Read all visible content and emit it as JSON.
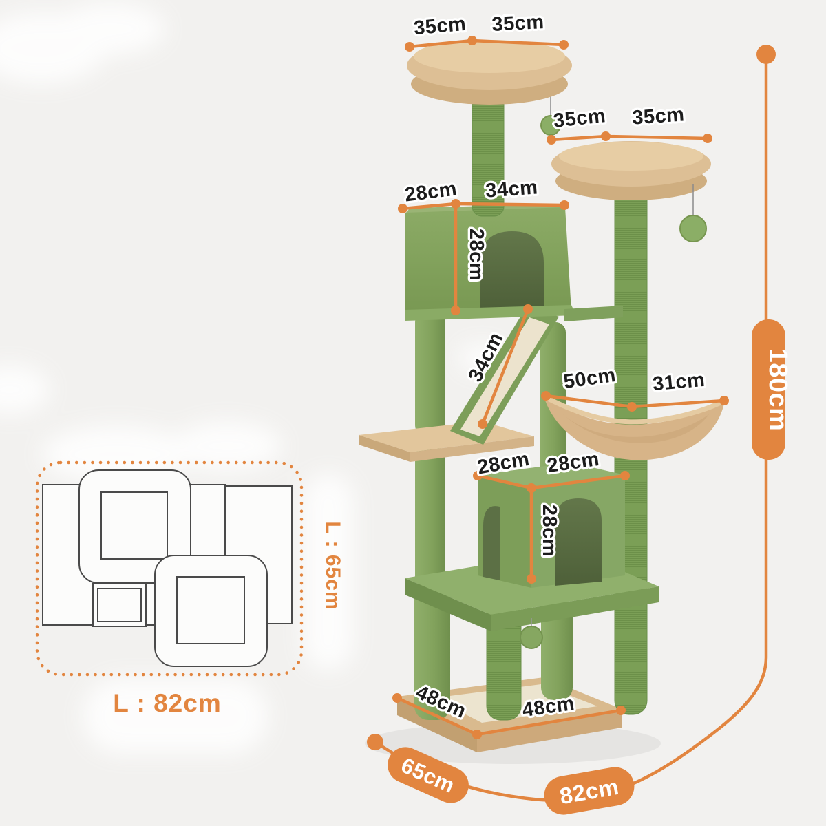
{
  "colors": {
    "accent_orange": "#e2853f",
    "tree_green": "#84a45e",
    "plush_beige": "#ddbf95",
    "label_ink": "#1c1c1c",
    "background": "#f2f1ef"
  },
  "dimensions": {
    "top_perch": {
      "d1": "35cm",
      "d2": "35cm"
    },
    "middle_perch": {
      "d1": "35cm",
      "d2": "35cm"
    },
    "upper_condo": {
      "depth": "28cm",
      "width": "34cm",
      "height": "28cm"
    },
    "ramp": {
      "length": "34cm"
    },
    "hammock": {
      "width": "50cm",
      "depth": "31cm"
    },
    "lower_condo": {
      "depth": "28cm",
      "width": "28cm",
      "height": "28cm"
    },
    "base_board": {
      "depth": "48cm",
      "width": "48cm"
    },
    "overall": {
      "height": "180cm",
      "floor_depth": "65cm",
      "floor_width": "82cm"
    },
    "footprint": {
      "side": "L : 65cm",
      "bottom": "L : 82cm"
    }
  }
}
